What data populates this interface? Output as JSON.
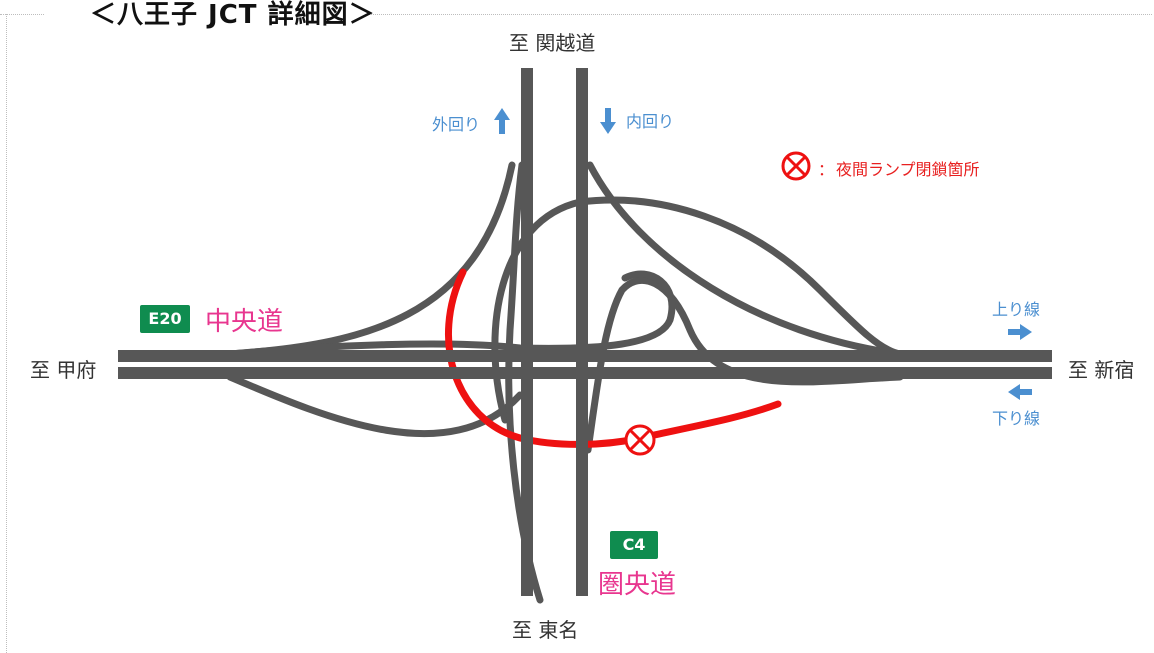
{
  "title": "＜八王子 JCT 詳細図＞",
  "directions": {
    "north": "至 関越道",
    "south": "至 東名",
    "west": "至 甲府",
    "east": "至 新宿"
  },
  "lanes": {
    "outer_loop": "外回り",
    "inner_loop": "内回り",
    "upbound": "上り線",
    "downbound": "下り線"
  },
  "highways": {
    "chuo_badge": "E20",
    "chuo_name": "中央道",
    "ken_o_badge": "C4",
    "ken_o_name": "圏央道"
  },
  "legend": {
    "separator": "：",
    "closure_text": "夜間ランプ閉鎖箇所",
    "closure_icon": "circle-x-icon"
  },
  "colors": {
    "road": "#575757",
    "closure": "#ee1111",
    "badge": "#0f8c4f",
    "highway_name": "#e8368f",
    "lane_label": "#4b8fd0"
  }
}
